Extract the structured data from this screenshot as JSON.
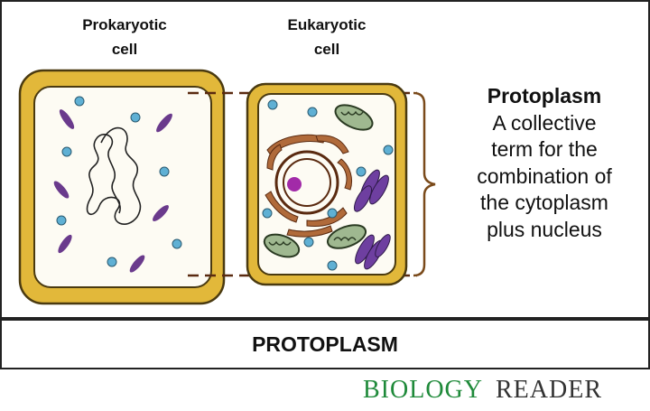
{
  "cells": {
    "prokaryotic_label": [
      "Prokaryotic",
      "cell"
    ],
    "eukaryotic_label": [
      "Eukaryotic",
      "cell"
    ]
  },
  "description": {
    "title": "Protoplasm",
    "lines": [
      "A collective",
      "term for the",
      "combination of",
      "the cytoplasm",
      "plus nucleus"
    ]
  },
  "banner": {
    "text": "PROTOPLASM"
  },
  "watermark": {
    "part1": "BIOLOGY",
    "part2": "READER"
  },
  "colors": {
    "cell_wall": "#e2b83a",
    "cell_wall_outline": "#4a3a10",
    "cytoplasm": "#fdfbf3",
    "ribosome": "#5fb0d4",
    "prokaryote_inclusion": "#6a3a8c",
    "golgi_mito_green": "#9fb890",
    "endoplasmic_reticulum": "#b06a3a",
    "nucleolus": "#a22aa8",
    "golgi_purple": "#6e3fa0",
    "bracket": "#7a4a1a",
    "watermark_green": "#1f8a3a",
    "watermark_dark": "#333333"
  }
}
